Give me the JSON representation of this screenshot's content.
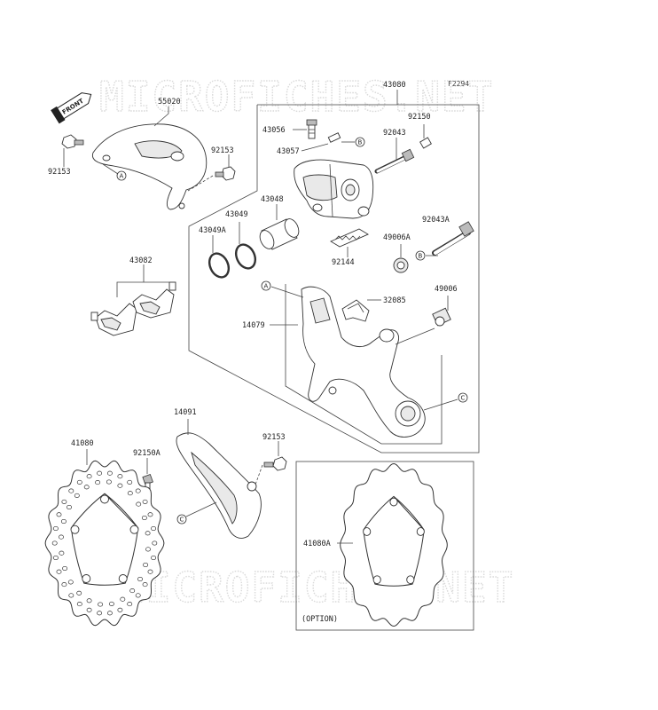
{
  "diagram": {
    "ref_code": "F2294",
    "watermark_top": "MICROFICHES.NET",
    "watermark_bottom": "MICROFICHES.NET",
    "front_tag": "FRONT",
    "option_label": "(OPTION)",
    "labels": {
      "p55020": "55020",
      "p92153_left": "92153",
      "p92153_mid": "92153",
      "p92153_low": "92153",
      "p43080": "43080",
      "p43056": "43056",
      "p43057": "43057",
      "p92150": "92150",
      "p92043": "92043",
      "p43048": "43048",
      "p43049": "43049",
      "p43049A": "43049A",
      "p92043A": "92043A",
      "p49006A": "49006A",
      "p92144": "92144",
      "p43082": "43082",
      "p32085": "32085",
      "p49006": "49006",
      "p14079": "14079",
      "p14091": "14091",
      "p41080": "41080",
      "p92150A": "92150A",
      "p41080A": "41080A"
    },
    "callouts": {
      "a1": "A",
      "a2": "A",
      "b1": "B",
      "b2": "B",
      "c1": "C",
      "c2": "C"
    }
  }
}
